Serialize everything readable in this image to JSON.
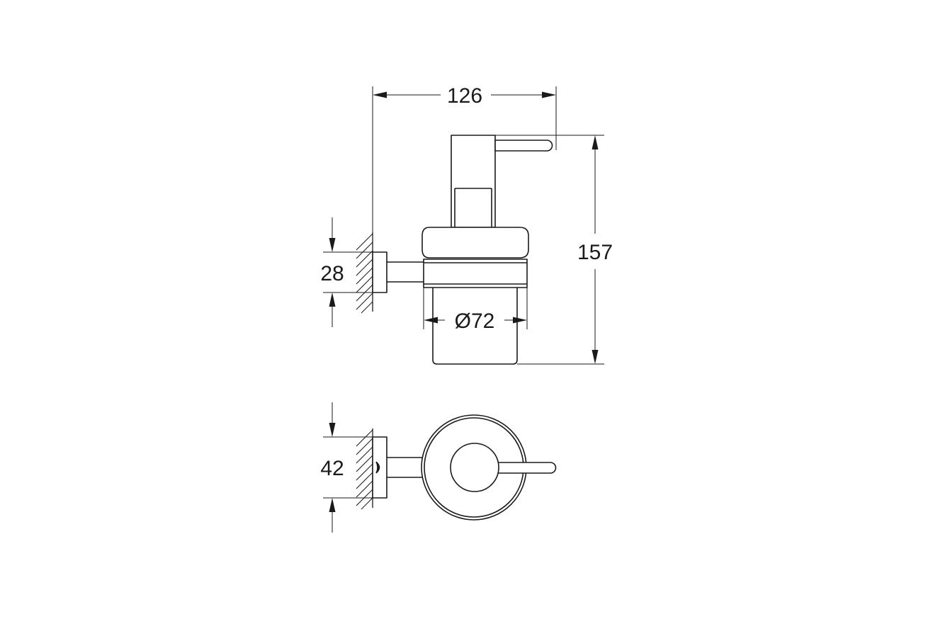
{
  "dimensions": {
    "overall_width": "126",
    "overall_height": "157",
    "mount_height": "28",
    "container_diameter": "Ø72",
    "mount_width_top_view": "42"
  }
}
